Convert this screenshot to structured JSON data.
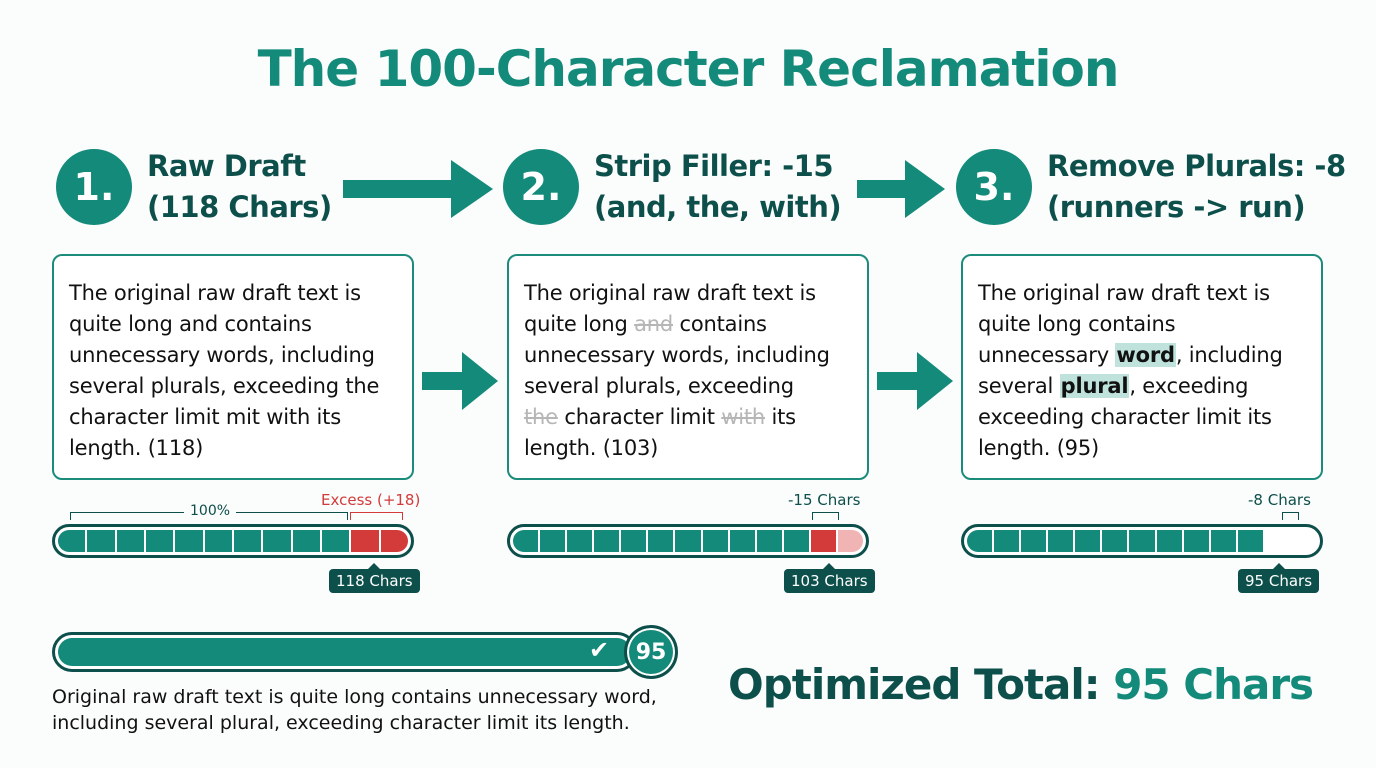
{
  "title": "The 100-Character Reclamation",
  "colors": {
    "primary": "#138a7a",
    "dark": "#0d4f4a",
    "excess_red": "#d33b3b",
    "removed_pink": "#f0b4b4",
    "highlight": "#bfe3dc",
    "strike_gray": "#b6b6b6"
  },
  "steps": [
    {
      "number": "1.",
      "title_line1": "Raw Draft",
      "title_line2": "(118 Chars)",
      "card_lines": [
        "The original raw draft text is",
        "quite long and contains",
        "unnecessary words, including",
        "several plurals, exceeding the",
        "character limit mit with its",
        "length. (118)"
      ],
      "bar": {
        "label_total": "100%",
        "label_excess": "Excess (+18)",
        "tag": "118 Chars",
        "segments": [
          "teal",
          "teal",
          "teal",
          "teal",
          "teal",
          "teal",
          "teal",
          "teal",
          "teal",
          "teal",
          "red",
          "red"
        ]
      }
    },
    {
      "number": "2.",
      "title_line1": "Strip Filler: -15",
      "title_line2": "(and, the, with)",
      "card": {
        "l1": "The original raw draft text is",
        "l2a": "quite long ",
        "l2s": "and",
        "l2b": " contains",
        "l3": "unnecessary words, including",
        "l4": "several plurals, exceeding",
        "l5s1": "the",
        "l5a": " character limit ",
        "l5s2": "with",
        "l5b": " its",
        "l6": "length. (103)"
      },
      "bar": {
        "label_removed": "-15 Chars",
        "tag": "103 Chars",
        "segments": [
          "teal",
          "teal",
          "teal",
          "teal",
          "teal",
          "teal",
          "teal",
          "teal",
          "teal",
          "teal",
          "teal",
          "red",
          "pink"
        ]
      }
    },
    {
      "number": "3.",
      "title_line1": "Remove Plurals: -8",
      "title_line2": "(runners -> run)",
      "card": {
        "l1": "The original raw draft text is",
        "l2": "quite long contains",
        "l3a": "unnecessary ",
        "l3h": "word",
        "l3b": ", including",
        "l4a": "several ",
        "l4h": "plural",
        "l4b": ", exceeding",
        "l5": "exceeding character limit its",
        "l6": "length. (95)"
      },
      "bar": {
        "label_removed": "-8 Chars",
        "tag": "95 Chars",
        "segments": [
          "teal",
          "teal",
          "teal",
          "teal",
          "teal",
          "teal",
          "teal",
          "teal",
          "teal",
          "teal",
          "teal",
          "empty",
          "empty"
        ]
      }
    }
  ],
  "final": {
    "badge": "95",
    "check_icon": "checkmark-icon",
    "text_line1": "Original raw draft text is quite long contains unnecessary word,",
    "text_line2": "including several plural, exceeding character limit its length.",
    "total_label": "Optimized Total: ",
    "total_value": "95 Chars"
  }
}
